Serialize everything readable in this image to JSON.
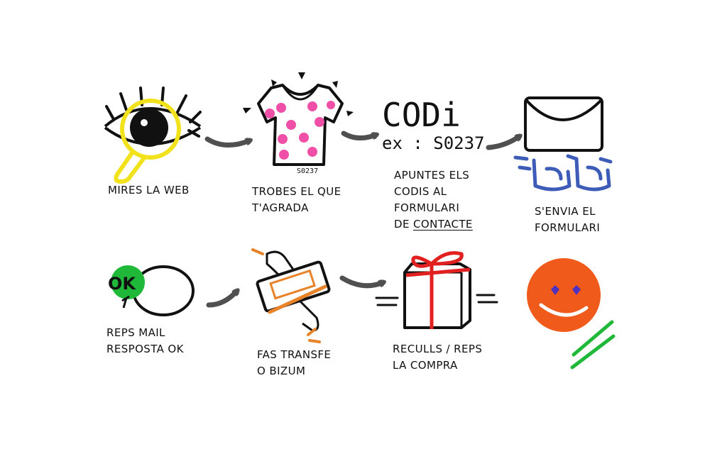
{
  "steps": [
    {
      "lines": [
        "MIRES LA WEB"
      ]
    },
    {
      "lines": [
        "TROBES EL QUE",
        "T'AGRADA"
      ],
      "shirt_code": "S0237"
    },
    {
      "lines": [
        "APUNTES ELS",
        "CODIS AL",
        "FORMULARI"
      ],
      "last_prefix": "DE ",
      "link": "CONTACTE",
      "title": "CODi",
      "example": "ex : S0237"
    },
    {
      "lines": [
        "S'ENVIA EL",
        "FORMULARI"
      ]
    },
    {
      "lines": [
        "REPS MAIL",
        "RESPOSTA OK"
      ],
      "bubble": "OK"
    },
    {
      "lines": [
        "FAS TRANSFE",
        "O BIZUM"
      ]
    },
    {
      "lines": [
        "RECULLS / REPS",
        "LA COMPRA"
      ]
    }
  ],
  "icons": [
    "eye-magnifier-icon",
    "shirt-icon",
    "code-note-icon",
    "envelope-icon",
    "mail-ok-icon",
    "money-transfer-icon",
    "gift-box-icon",
    "smiley-icon"
  ],
  "colors": {
    "yellow": "#f2e21b",
    "pink": "#ef4fa6",
    "blue": "#3d5cb8",
    "green": "#1fb838",
    "red": "#e12020",
    "orange": "#f05a1a",
    "arrow": "#505050",
    "purple": "#5030c0",
    "orange_accent": "#e8832a"
  }
}
